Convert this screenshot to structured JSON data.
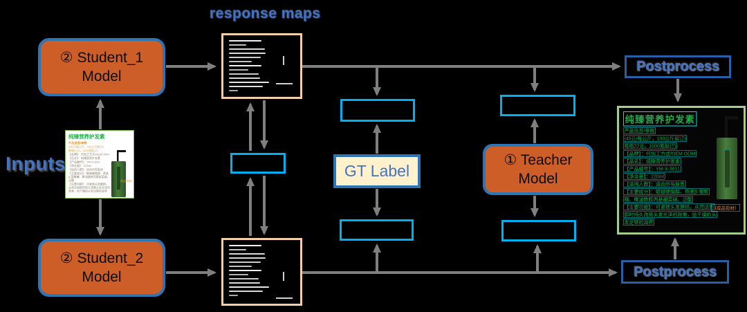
{
  "labels": {
    "response_maps": "response maps",
    "inputs": "Inputs"
  },
  "nodes": {
    "student1": "② Student_1 Model",
    "student2": "② Student_2 Model",
    "teacher": "① Teacher Model",
    "gt": "GT Label",
    "postprocess_top": "Postprocess",
    "postprocess_bottom": "Postprocess"
  },
  "colors": {
    "accent_blue": "#2E75B6",
    "box_orange": "#CE5E28",
    "cyan_box_border": "#00B0F0",
    "arrow_gray": "#7F7F7F",
    "map_border_peach": "#F4CDA9",
    "result_border_green": "#A5CE8C",
    "ocr_green_text": "#00B050",
    "detect_box_cyan": "#00E0E6",
    "label_blue": "#4472C4"
  },
  "input_card": {
    "title": "纯臻营养护发素",
    "subtitle": "产品信息/参数",
    "lines": [
      {
        "text": "(45元/每公斤，100公斤起订)",
        "kind": "price"
      },
      {
        "text": "每瓶22元，1000瓶起订)",
        "kind": "price"
      },
      {
        "text": "【品牌】：代加工方式/OEM ODM",
        "kind": "spec"
      },
      {
        "text": "【品名】：纯臻营养护发素",
        "kind": "spec"
      },
      {
        "text": "【产品编号】：YM-X-3011",
        "kind": "spec"
      },
      {
        "text": "【净含量】：220ml",
        "kind": "spec"
      },
      {
        "text": "【适用人群】：适合所有肤质",
        "kind": "spec"
      },
      {
        "text": "【主要成分】：鲸蜡硬脂醇、燕麦β-葡聚糖、椰油酰胺丙基甜菜碱、泛醌",
        "kind": "spec"
      },
      {
        "text": "【主要功能】：可紧致头发磨损，从而达到即时持久改善头发光泽的效果，给干燥的头发足够的滋养",
        "kind": "spec"
      }
    ],
    "tag": "（成品包材）"
  },
  "result_card": {
    "title": "纯臻营养护发素",
    "lines": [
      "产品信息/参数",
      "(45元/每公斤，100公斤起订)",
      "每瓶22元，1000瓶起订)",
      "【品牌】：代加工方式/OEM ODM",
      "【品名】：纯臻营养护发素",
      "【产品编号】：YM-X-3011",
      "【净含量】：220ml",
      "【适用人群】：适合所有肤质",
      "【主要成分】：鲸蜡硬脂醇、燕麦β-葡聚",
      "糖、椰油酰胺丙基甜菜碱、泛醌",
      "【主要功能】：可紧致头发磨损，从而达到",
      "即时持久改善头发光泽的效果，给干燥的头",
      "发足够的滋养"
    ],
    "tag": "（成品包材）"
  },
  "response_map": {
    "lines": [
      {
        "w": 46,
        "o": 1.0
      },
      {
        "w": 24,
        "o": 0.8
      },
      {
        "w": 50,
        "o": 0.9
      },
      {
        "w": 51,
        "o": 0.9
      },
      {
        "w": 45,
        "o": 0.85
      },
      {
        "w": 32,
        "o": 0.8
      },
      {
        "w": 46,
        "o": 1.0
      },
      {
        "w": 27,
        "o": 0.75
      },
      {
        "w": 42,
        "o": 0.85
      },
      {
        "w": 44,
        "o": 0.9
      },
      {
        "w": 56,
        "o": 0.95
      },
      {
        "w": 48,
        "o": 0.9
      },
      {
        "w": 13,
        "o": 0.7
      }
    ]
  }
}
